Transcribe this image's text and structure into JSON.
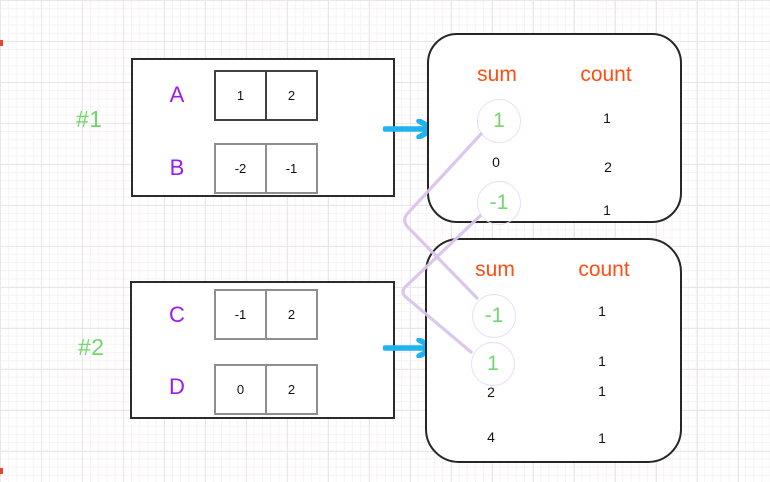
{
  "examples": [
    {
      "label": "#1",
      "arrays": [
        {
          "name": "A",
          "cells": [
            "1",
            "2"
          ]
        },
        {
          "name": "B",
          "cells": [
            "-2",
            "-1"
          ]
        }
      ],
      "result": {
        "sum_header": "sum",
        "count_header": "count",
        "rows": [
          {
            "sum": "1",
            "count": "1",
            "highlighted": true
          },
          {
            "sum": "0",
            "count": "2",
            "highlighted": false
          },
          {
            "sum": "-1",
            "count": "1",
            "highlighted": true
          }
        ]
      }
    },
    {
      "label": "#2",
      "arrays": [
        {
          "name": "C",
          "cells": [
            "-1",
            "2"
          ]
        },
        {
          "name": "D",
          "cells": [
            "0",
            "2"
          ]
        }
      ],
      "result": {
        "sum_header": "sum",
        "count_header": "count",
        "rows": [
          {
            "sum": "-1",
            "count": "1",
            "highlighted": true
          },
          {
            "sum": "1",
            "count": "1",
            "highlighted": true
          },
          {
            "sum": "2",
            "count": "1",
            "highlighted": false
          },
          {
            "sum": "4",
            "count": "1",
            "highlighted": false
          }
        ]
      }
    }
  ],
  "colors": {
    "green": "#6ed86a",
    "purple": "#9b1af5",
    "orange": "#ff4d14",
    "cyan": "#1fb3f2",
    "lavender_line": "#d9c4ec",
    "circle_outline": "#eadcf5",
    "ink": "#262626",
    "red_edge_mark": "#e8442e"
  }
}
